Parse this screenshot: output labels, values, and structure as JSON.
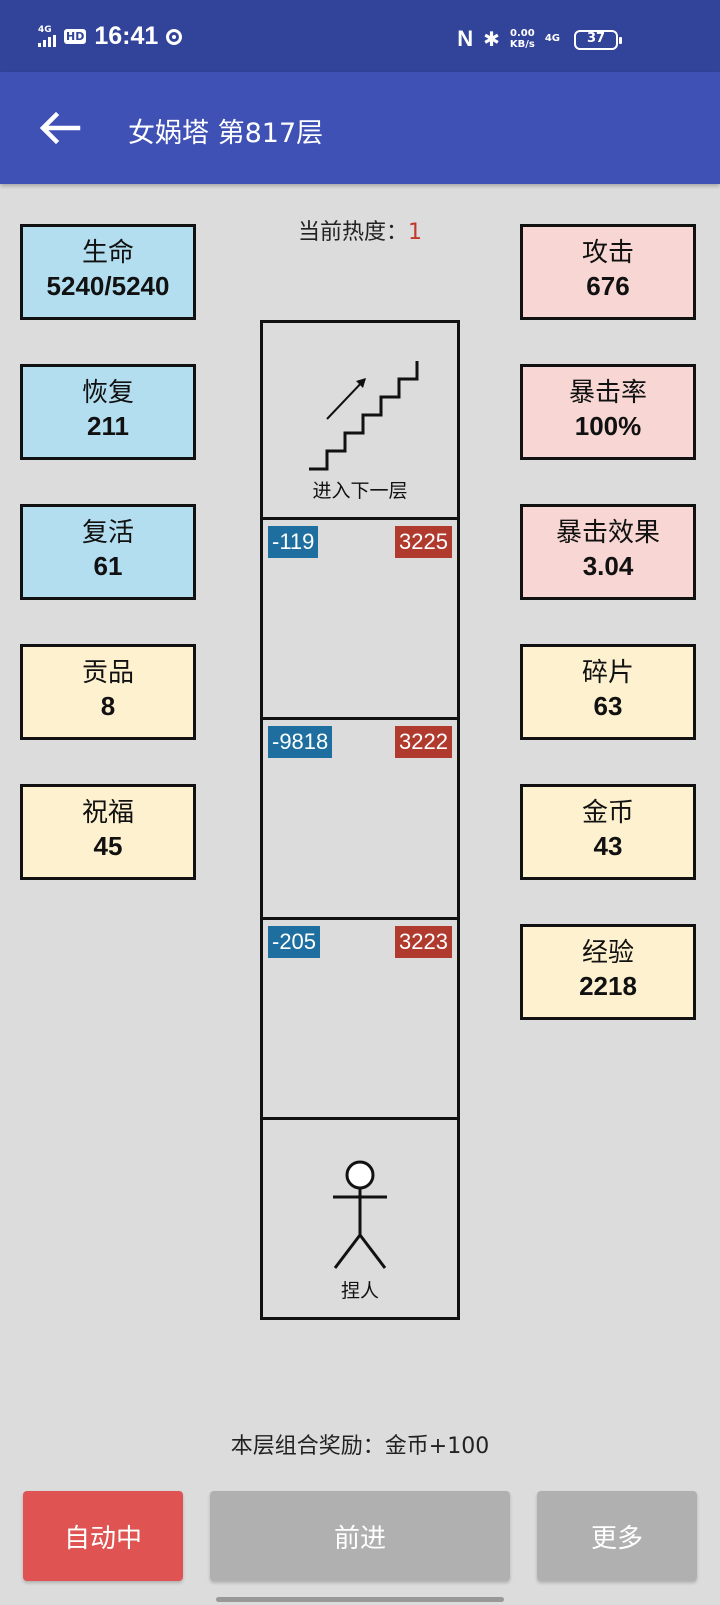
{
  "status_bar": {
    "network_left": "4G",
    "hd": "HD",
    "time": "16:41",
    "nfc": "N",
    "speed_value": "0.00",
    "speed_unit": "KB/s",
    "network_right": "4G",
    "battery": "37",
    "icons": [
      "signal-icon",
      "hd-icon",
      "ring-app-icon",
      "nfc-icon",
      "bluetooth-icon",
      "battery-icon"
    ]
  },
  "app_bar": {
    "back_icon": "arrow-left-icon",
    "title": "女娲塔 第817层"
  },
  "heat": {
    "label": "当前热度：",
    "value": "1",
    "value_color": "#c0392b"
  },
  "left_stats": [
    {
      "label": "生命",
      "value": "5240/5240"
    },
    {
      "label": "恢复",
      "value": "211"
    },
    {
      "label": "复活",
      "value": "61"
    },
    {
      "label": "贡品",
      "value": "8"
    },
    {
      "label": "祝福",
      "value": "45"
    }
  ],
  "right_stats": [
    {
      "label": "攻击",
      "value": "676"
    },
    {
      "label": "暴击率",
      "value": "100%"
    },
    {
      "label": "暴击效果",
      "value": "3.04"
    },
    {
      "label": "碎片",
      "value": "63"
    },
    {
      "label": "金币",
      "value": "43"
    },
    {
      "label": "经验",
      "value": "2218"
    }
  ],
  "tower": {
    "exit": {
      "icon": "stairs-up-icon",
      "caption": "进入下一层"
    },
    "enemies": [
      {
        "left": "-119",
        "right": "3225"
      },
      {
        "left": "-9818",
        "right": "3222"
      },
      {
        "left": "-205",
        "right": "3223"
      }
    ],
    "player": {
      "icon": "stick-figure-icon",
      "caption": "捏人"
    }
  },
  "reward": "本层组合奖励：金币+100",
  "buttons": {
    "auto": "自动中",
    "forward": "前进",
    "more": "更多"
  },
  "colors": {
    "status_bar": "#32439a",
    "app_bar": "#3f51b5",
    "blue_stat": "#b3def0",
    "pink_stat": "#f7d6d3",
    "yellow_stat": "#fdf1cf",
    "tag_blue": "#1e6fa0",
    "tag_red": "#b03a2e",
    "auto_button": "#df5452",
    "gray_button": "#b0b0b0"
  }
}
